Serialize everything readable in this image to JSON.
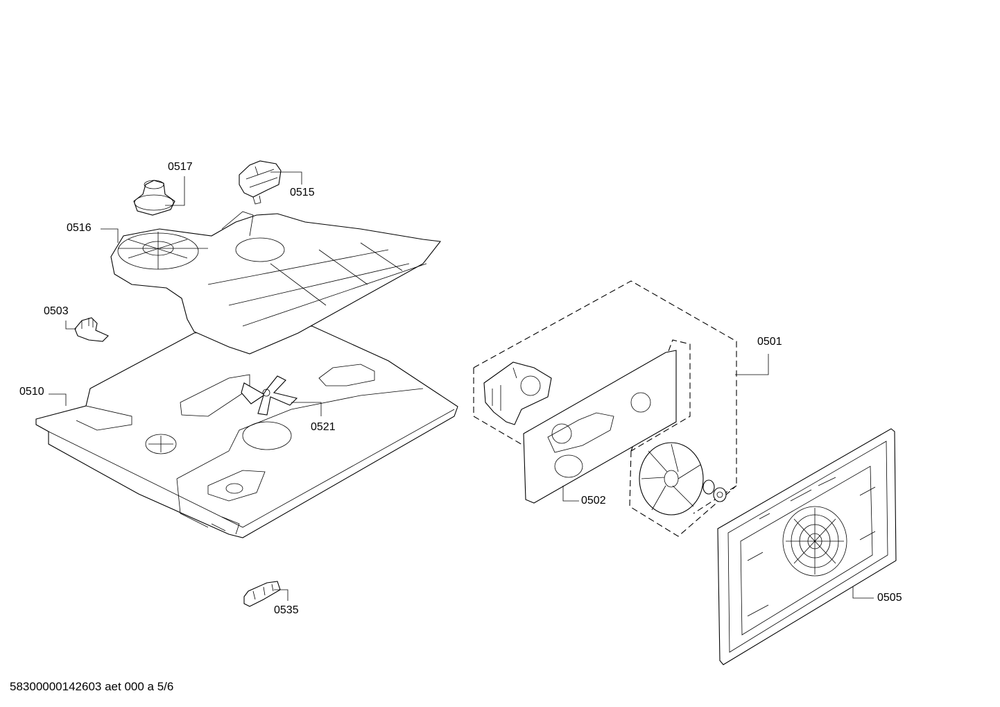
{
  "parts": [
    {
      "id": "p0501",
      "label": "0501"
    },
    {
      "id": "p0502",
      "label": "0502"
    },
    {
      "id": "p0503",
      "label": "0503"
    },
    {
      "id": "p0505",
      "label": "0505"
    },
    {
      "id": "p0510",
      "label": "0510"
    },
    {
      "id": "p0515",
      "label": "0515"
    },
    {
      "id": "p0516",
      "label": "0516"
    },
    {
      "id": "p0517",
      "label": "0517"
    },
    {
      "id": "p0521",
      "label": "0521"
    },
    {
      "id": "p0535",
      "label": "0535"
    }
  ],
  "footer": "58300000142603 aet 000 a 5/6"
}
